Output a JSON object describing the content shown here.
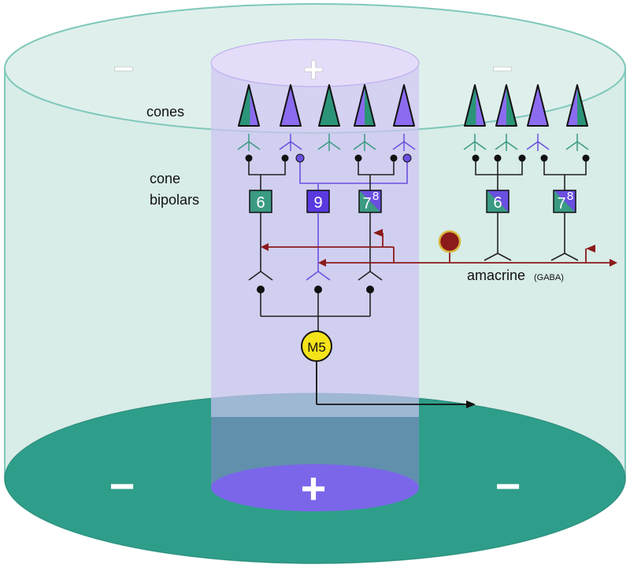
{
  "labels": {
    "cones": "cones",
    "cone_bipolars_line1": "cone",
    "cone_bipolars_line2": "bipolars",
    "amacrine": "amacrine",
    "amacrine_sub": "(GABA)",
    "m5": "M5"
  },
  "bipolars": {
    "b6_left": "6",
    "b9": "9",
    "b78_left_a": "7",
    "b78_left_b": "8",
    "b6_right": "6",
    "b78_right_a": "7",
    "b78_right_b": "8"
  },
  "signs": {
    "top_left": "−",
    "top_center": "+",
    "top_right": "−",
    "bottom_left": "−",
    "bottom_center": "+",
    "bottom_right": "−"
  },
  "colors": {
    "cylinder_fill": "#d8ece8",
    "cylinder_stroke": "#7fc8bb",
    "base_disk": "#2e9e8a",
    "center_column": "#d9cff3",
    "center_disk": "#7b66ea",
    "teal_cone": "#2b9478",
    "violet_cone": "#8b6cf0",
    "bipolar_teal": "#3a9a82",
    "bipolar_violet": "#5a3ae0",
    "amacrine": "#8b1a1a",
    "m5": "#f5e31a"
  }
}
